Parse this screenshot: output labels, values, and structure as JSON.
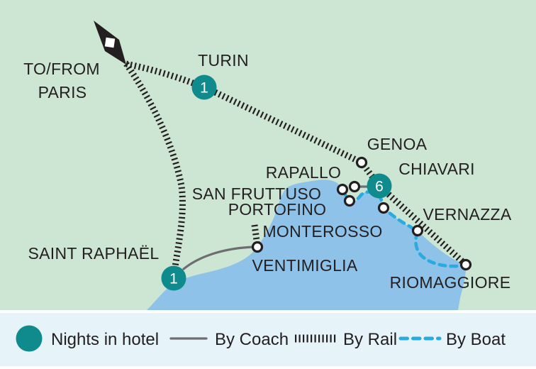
{
  "colors": {
    "land": "#cde5d3",
    "sea": "#8ec2e9",
    "teal": "#0f8b8d",
    "rail": "#231f20",
    "ink": "#231f20",
    "coach": "#6d6e71",
    "boat": "#29abe2",
    "band": "#e6f3f9"
  },
  "map": {
    "origin": {
      "line1": "TO/FROM",
      "line2": "PARIS"
    },
    "labels": {
      "turin": "TURIN",
      "genoa": "GENOA",
      "chiavari": "CHIAVARI",
      "rapallo": "RAPALLO",
      "san_fruttuso": "SAN FRUTTUSO",
      "portofino": "PORTOFINO",
      "monterosso": "MONTEROSSO",
      "vernazza": "VERNAZZA",
      "ventimiglia": "VENTIMIGLIA",
      "riomaggiore": "RIOMAGGIORE",
      "saint_raphael": "SAINT RAPHAËL"
    },
    "night_markers": {
      "turin": "1",
      "chiavari": "6",
      "saint_raphael": "1"
    }
  },
  "legend": {
    "nights_label": "Nights in hotel",
    "coach_label": "By Coach",
    "rail_label": "By Rail",
    "boat_label": "By Boat"
  }
}
